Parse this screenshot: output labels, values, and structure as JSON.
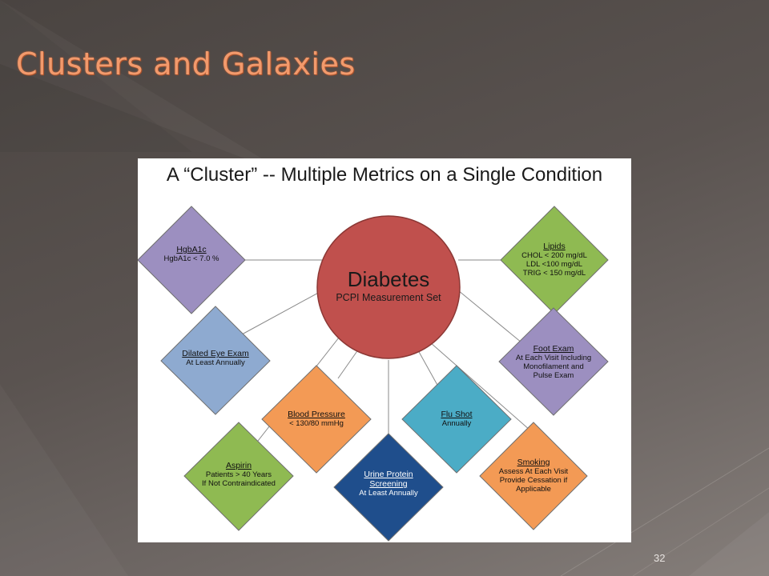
{
  "slide": {
    "title": "Clusters and Galaxies",
    "page_number": "32"
  },
  "diagram": {
    "title": "A “Cluster” -- Multiple Metrics on a Single Condition",
    "center": {
      "main": "Diabetes",
      "sub": "PCPI Measurement Set",
      "color": "#c0504d"
    },
    "nodes": [
      {
        "id": "hgba1c",
        "label": "HgbA1c",
        "detail": [
          "HgbA1c < 7.0 %"
        ],
        "color": "#9c8fc0"
      },
      {
        "id": "dilated-eye-exam",
        "label": "Dilated Eye Exam",
        "detail": [
          "At Least Annually"
        ],
        "color": "#8eaad0"
      },
      {
        "id": "blood-pressure",
        "label": "Blood Pressure",
        "detail": [
          "< 130/80 mmHg"
        ],
        "color": "#f39a55"
      },
      {
        "id": "aspirin",
        "label": "Aspirin",
        "detail": [
          "Patients > 40 Years",
          "If Not Contraindicated"
        ],
        "color": "#8fba52"
      },
      {
        "id": "urine-protein-screening",
        "label": "Urine Protein Screening",
        "detail": [
          "At Least Annually"
        ],
        "color": "#1f4e8c"
      },
      {
        "id": "flu-shot",
        "label": "Flu Shot",
        "detail": [
          "Annually"
        ],
        "color": "#4bacc6"
      },
      {
        "id": "lipids",
        "label": "Lipids",
        "detail": [
          "CHOL <  200 mg/dL",
          "LDL <100 mg/dL",
          "TRIG < 150 mg/dL"
        ],
        "color": "#8fba52"
      },
      {
        "id": "foot-exam",
        "label": "Foot Exam",
        "detail": [
          "At Each Visit Including",
          "Monofilament and",
          "Pulse Exam"
        ],
        "color": "#9c8fc0"
      },
      {
        "id": "smoking",
        "label": "Smoking",
        "detail": [
          "Assess At Each Visit",
          "Provide Cessation if",
          "Applicable"
        ],
        "color": "#f39a55"
      }
    ]
  }
}
